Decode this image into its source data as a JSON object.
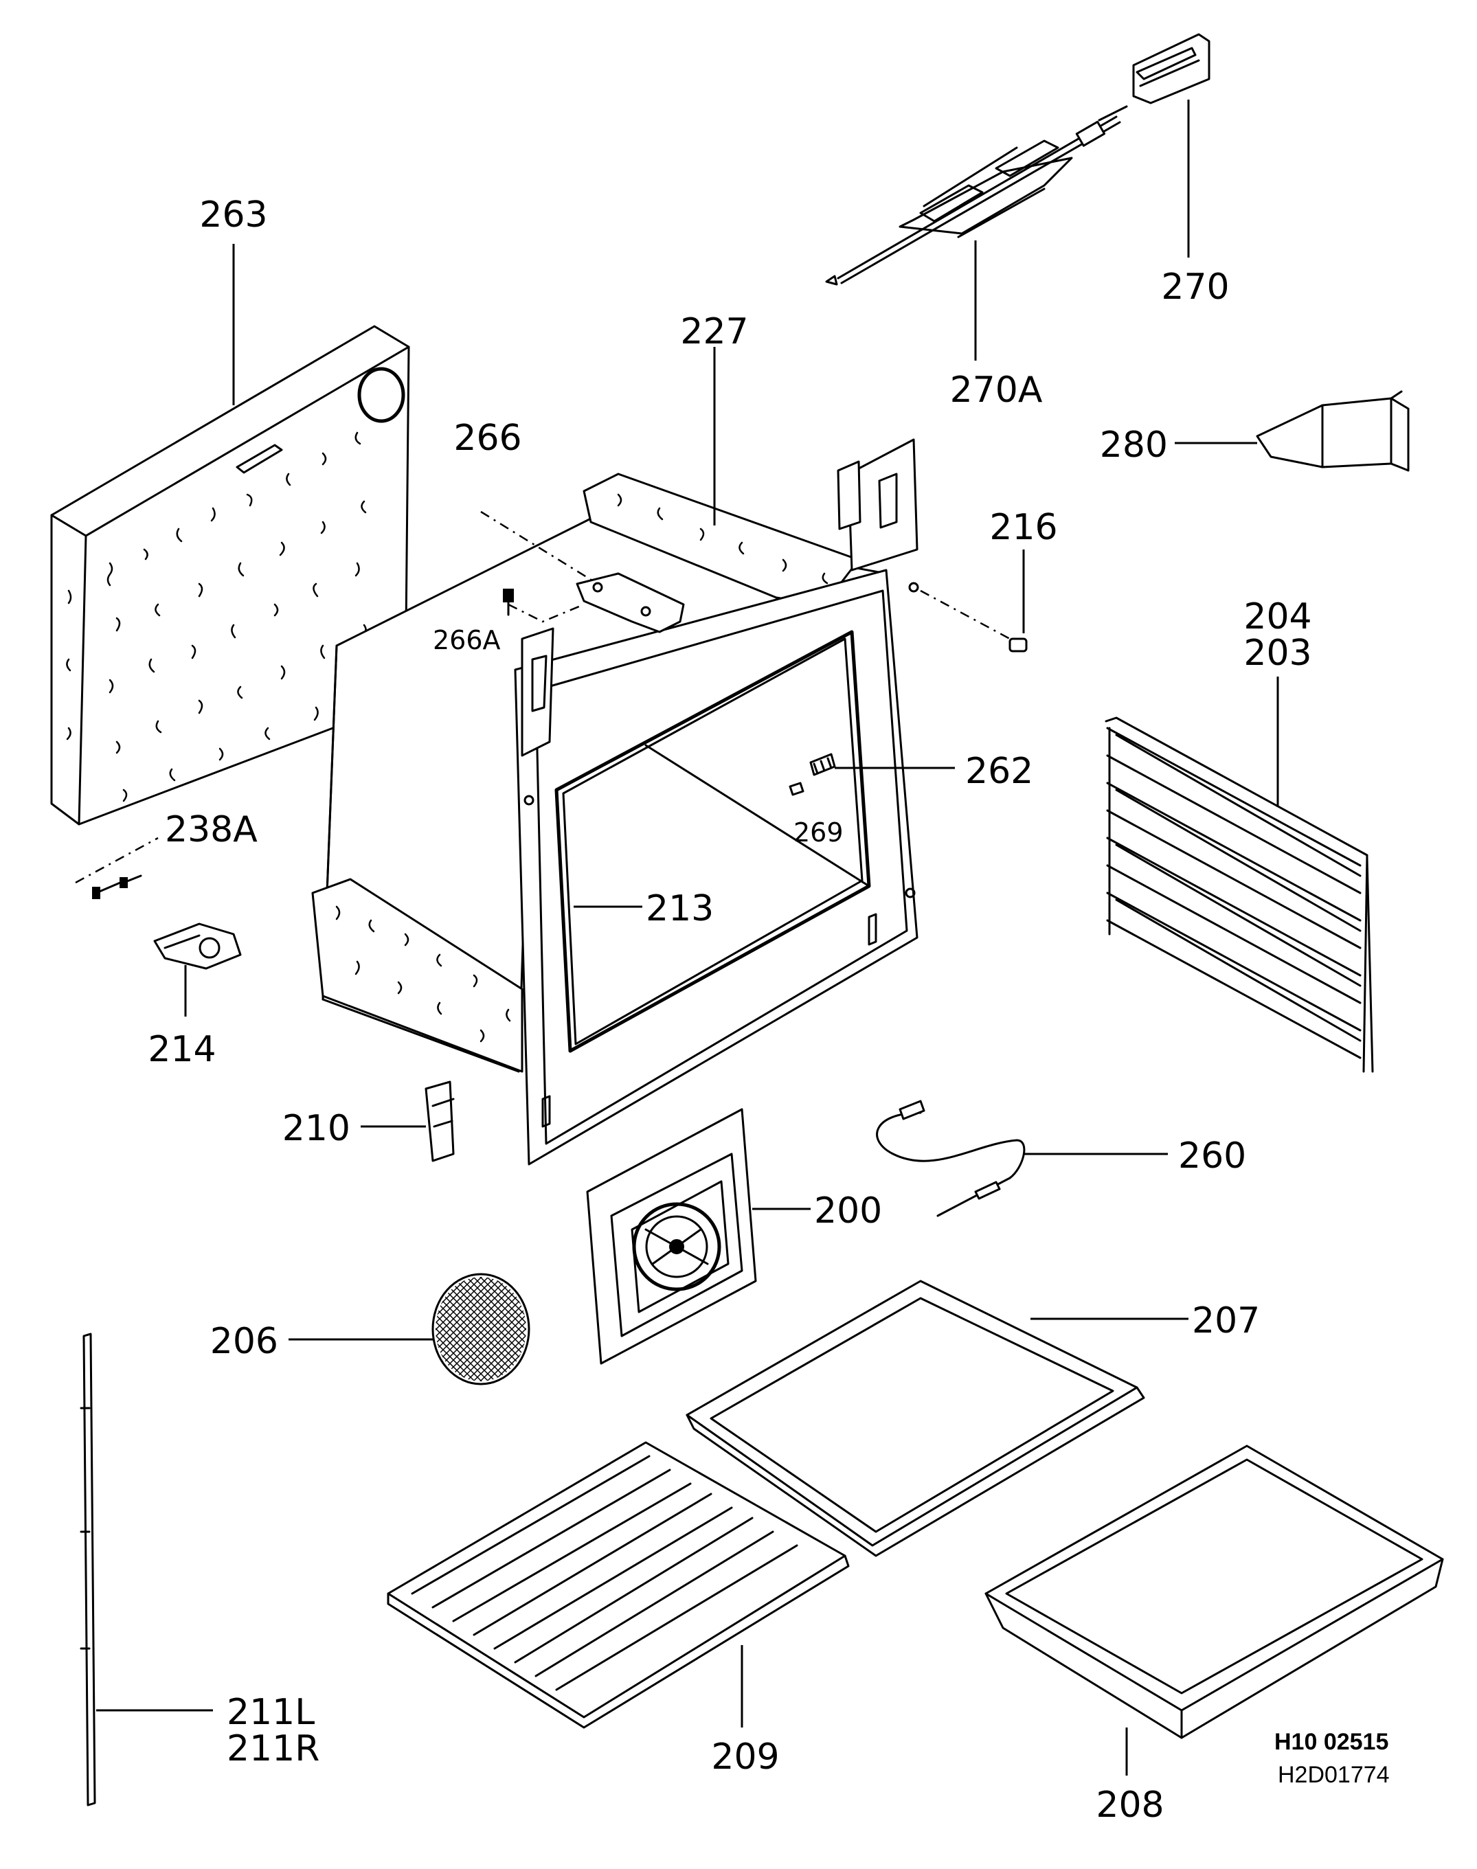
{
  "labels": {
    "p263": "263",
    "p227": "227",
    "p266": "266",
    "p266A": "266A",
    "p270": "270",
    "p270A": "270A",
    "p280": "280",
    "p216": "216",
    "p204": "204",
    "p203": "203",
    "p262": "262",
    "p269": "269",
    "p238A": "238A",
    "p213": "213",
    "p214": "214",
    "p210": "210",
    "p260": "260",
    "p200": "200",
    "p206": "206",
    "p207": "207",
    "p209": "209",
    "p208": "208",
    "p211L": "211L",
    "p211R": "211R"
  },
  "codes": {
    "drawing_number": "H10 02515",
    "reference": "H2D01774"
  }
}
